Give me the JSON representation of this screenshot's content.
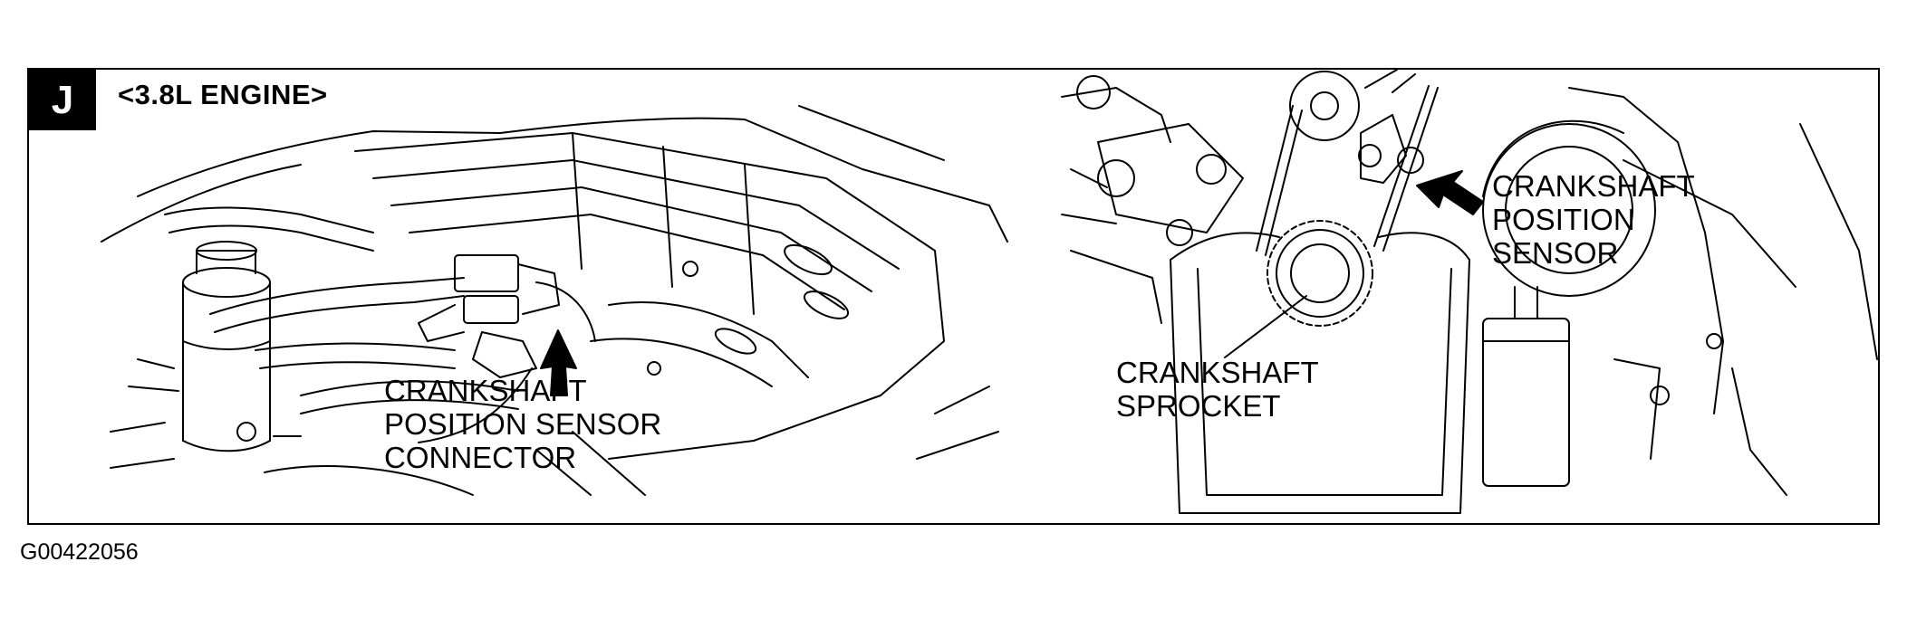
{
  "figure": {
    "badge": "J",
    "engine_label": "<3.8L ENGINE>",
    "callouts": {
      "connector": "CRANKSHAFT\nPOSITION SENSOR\nCONNECTOR",
      "sensor": "CRANKSHAFT\nPOSITION\nSENSOR",
      "sprocket": "CRANKSHAFT\nSPROCKET"
    },
    "figure_code": "G00422056"
  },
  "colors": {
    "ink": "#000000",
    "paper": "#ffffff"
  }
}
